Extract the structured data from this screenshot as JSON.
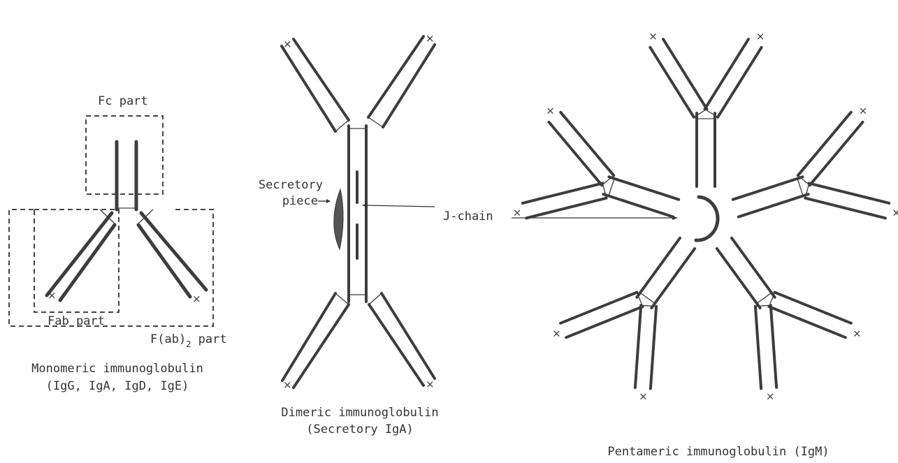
{
  "monomer": {
    "fc_label": "Fc part",
    "fab_label": "Fab part",
    "fab2_label_main": "F(ab)",
    "fab2_label_sub": "2",
    "fab2_label_end": " part",
    "caption_line1": "Monomeric immunoglobulin",
    "caption_line2": "(IgG, IgA, IgD, IgE)"
  },
  "dimer": {
    "secretory_line1": "Secretory",
    "secretory_line2": "piece",
    "jchain_label": "J-chain",
    "caption_line1": "Dimeric immunoglobulin",
    "caption_line2": "(Secretory IgA)"
  },
  "pentamer": {
    "caption": "Pentameric immunoglobulin (IgM)"
  },
  "antigen_site_mark": "×",
  "colors": {
    "line": "#3d3d3d",
    "secretory_piece": "#555555",
    "background": "#ffffff"
  }
}
